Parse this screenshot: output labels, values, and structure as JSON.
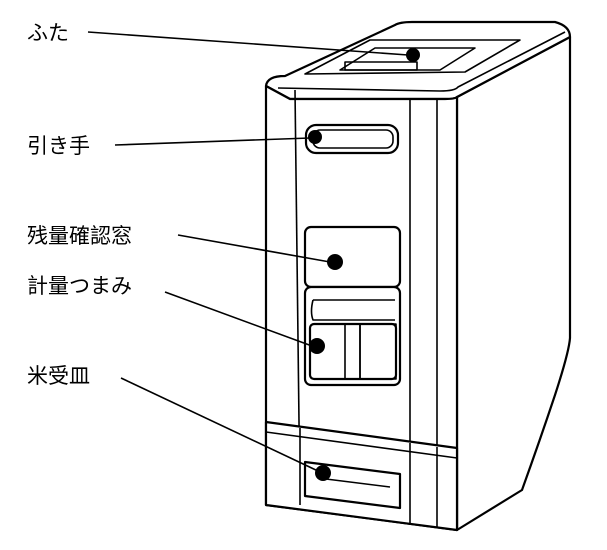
{
  "labels": {
    "lid": "ふた",
    "handle": "引き手",
    "window": "残量確認窓",
    "knob": "計量つまみ",
    "tray": "米受皿"
  }
}
